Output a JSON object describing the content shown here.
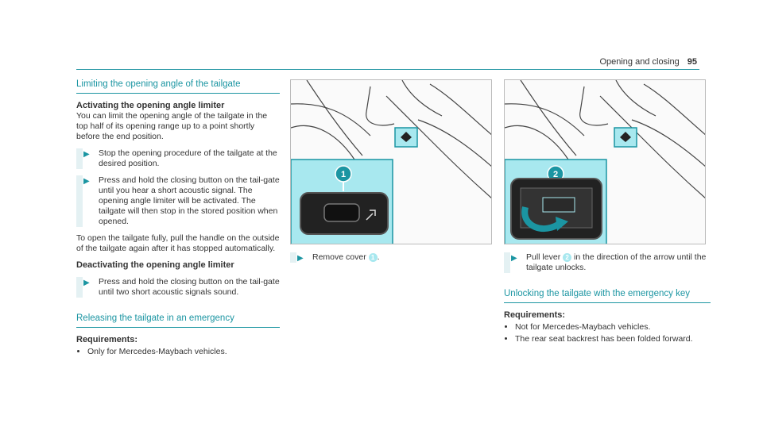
{
  "header": {
    "section": "Opening and closing",
    "page": "95"
  },
  "col1": {
    "title1": "Limiting the opening angle of the tailgate",
    "sub1": "Activating the opening angle limiter",
    "intro": "You can limit the opening angle of the tailgate in the top half of its opening range up to a point shortly before the end position.",
    "step1": "Stop the opening procedure of the tailgate at the desired position.",
    "step2": "Press and hold the closing button on the tail-gate until you hear a short acoustic signal. The opening angle limiter will be activated. The tailgate will then stop in the stored position when opened.",
    "open_note": "To open the tailgate fully, pull the handle on the outside of the tailgate again after it has stopped automatically.",
    "sub2": "Deactivating the opening angle limiter",
    "step3": "Press and hold the closing button on the tail-gate until two short acoustic signals sound.",
    "title2": "Releasing the tailgate in an emergency",
    "req_label": "Requirements:",
    "req1": "Only for Mercedes-Maybach vehicles."
  },
  "col2": {
    "fig_num": "1",
    "step_pre": "Remove cover",
    "step_num": "1",
    "step_post": "."
  },
  "col3": {
    "fig_num": "2",
    "step_pre": "Pull lever",
    "step_num": "2",
    "step_post": "in the direction of the arrow until the tailgate unlocks.",
    "title3": "Unlocking the tailgate with the emergency key",
    "req_label": "Requirements:",
    "req1": "Not for Mercedes-Maybach vehicles.",
    "req2": "The rear seat backrest has been folded forward."
  },
  "colors": {
    "accent": "#1b95a2",
    "highlight": "#a8e8ef"
  }
}
